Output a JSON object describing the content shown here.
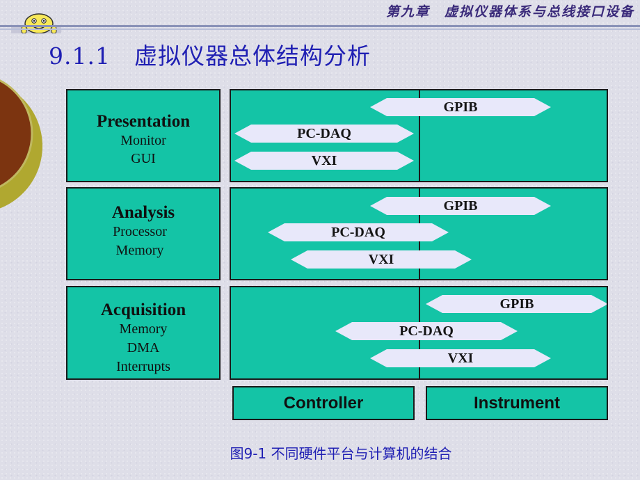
{
  "header": {
    "text": "第九章　虚拟仪器体系与总线接口设备"
  },
  "title": "9.1.1　虚拟仪器总体结构分析",
  "layers": [
    {
      "title": "Presentation",
      "lines": [
        "Monitor",
        "GUI"
      ]
    },
    {
      "title": "Analysis",
      "lines": [
        "Processor",
        "Memory"
      ]
    },
    {
      "title": "Acquisition",
      "lines": [
        "Memory",
        "DMA",
        "Interrupts"
      ]
    }
  ],
  "buses": [
    [
      "GPIB",
      "PC-DAQ",
      "VXI"
    ],
    [
      "GPIB",
      "PC-DAQ",
      "VXI"
    ],
    [
      "GPIB",
      "PC-DAQ",
      "VXI"
    ]
  ],
  "bottom": {
    "left": "Controller",
    "right": "Instrument"
  },
  "caption": "图9-1  不同硬件平台与计算机的结合",
  "colors": {
    "box": "#14c4a6",
    "arrow": "#e8e8fa",
    "title": "#1f1fb3",
    "header": "#3a2a7a"
  }
}
